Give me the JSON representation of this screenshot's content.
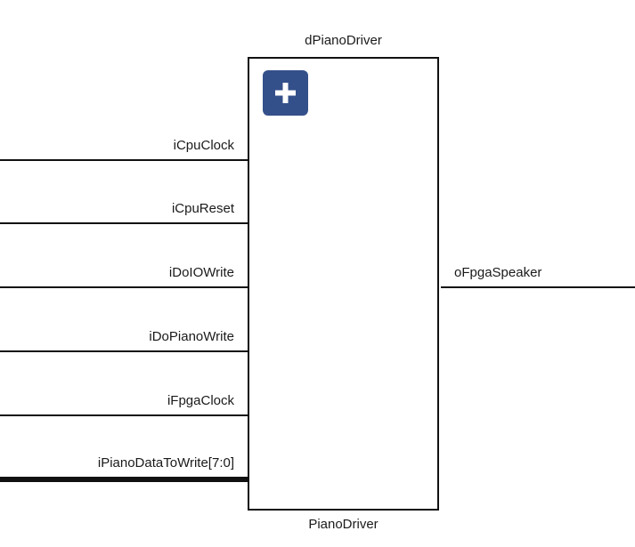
{
  "block": {
    "instance_name": "dPianoDriver",
    "module_name": "PianoDriver",
    "expand_icon": "plus-icon",
    "expand_color": "#34508a"
  },
  "inputs": [
    {
      "name": "iCpuClock"
    },
    {
      "name": "iCpuReset"
    },
    {
      "name": "iDoIOWrite"
    },
    {
      "name": "iDoPianoWrite"
    },
    {
      "name": "iFpgaClock"
    },
    {
      "name": "iPianoDataToWrite[7:0]"
    }
  ],
  "outputs": [
    {
      "name": "oFpgaSpeaker"
    }
  ]
}
